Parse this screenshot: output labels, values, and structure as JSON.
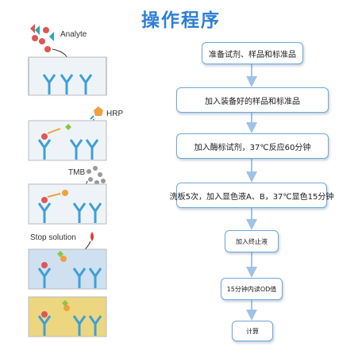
{
  "title": "操作程序",
  "left_panel": {
    "analyte_label": "Analyte",
    "hrp_label": "HRP",
    "tmb_label": "TMB",
    "stop_label": "Stop solution"
  },
  "steps": [
    "准备试剂、样品和标准品",
    "加入装备好的样品和标准品",
    "加入酶标试剂，37℃反应60分钟",
    "洗板5次，加入显色液A、B，37℃显色15分钟",
    "加入终止液",
    "15分钟内读OD值",
    "计算"
  ],
  "colors": {
    "title": "#2f7fd6",
    "box_border": "#6fa8dc",
    "arrow": "#9fc3e6",
    "antibody": "#3f9fd8",
    "stop_liquid": "#cfe0f0",
    "final_liquid": "#ecd680"
  }
}
